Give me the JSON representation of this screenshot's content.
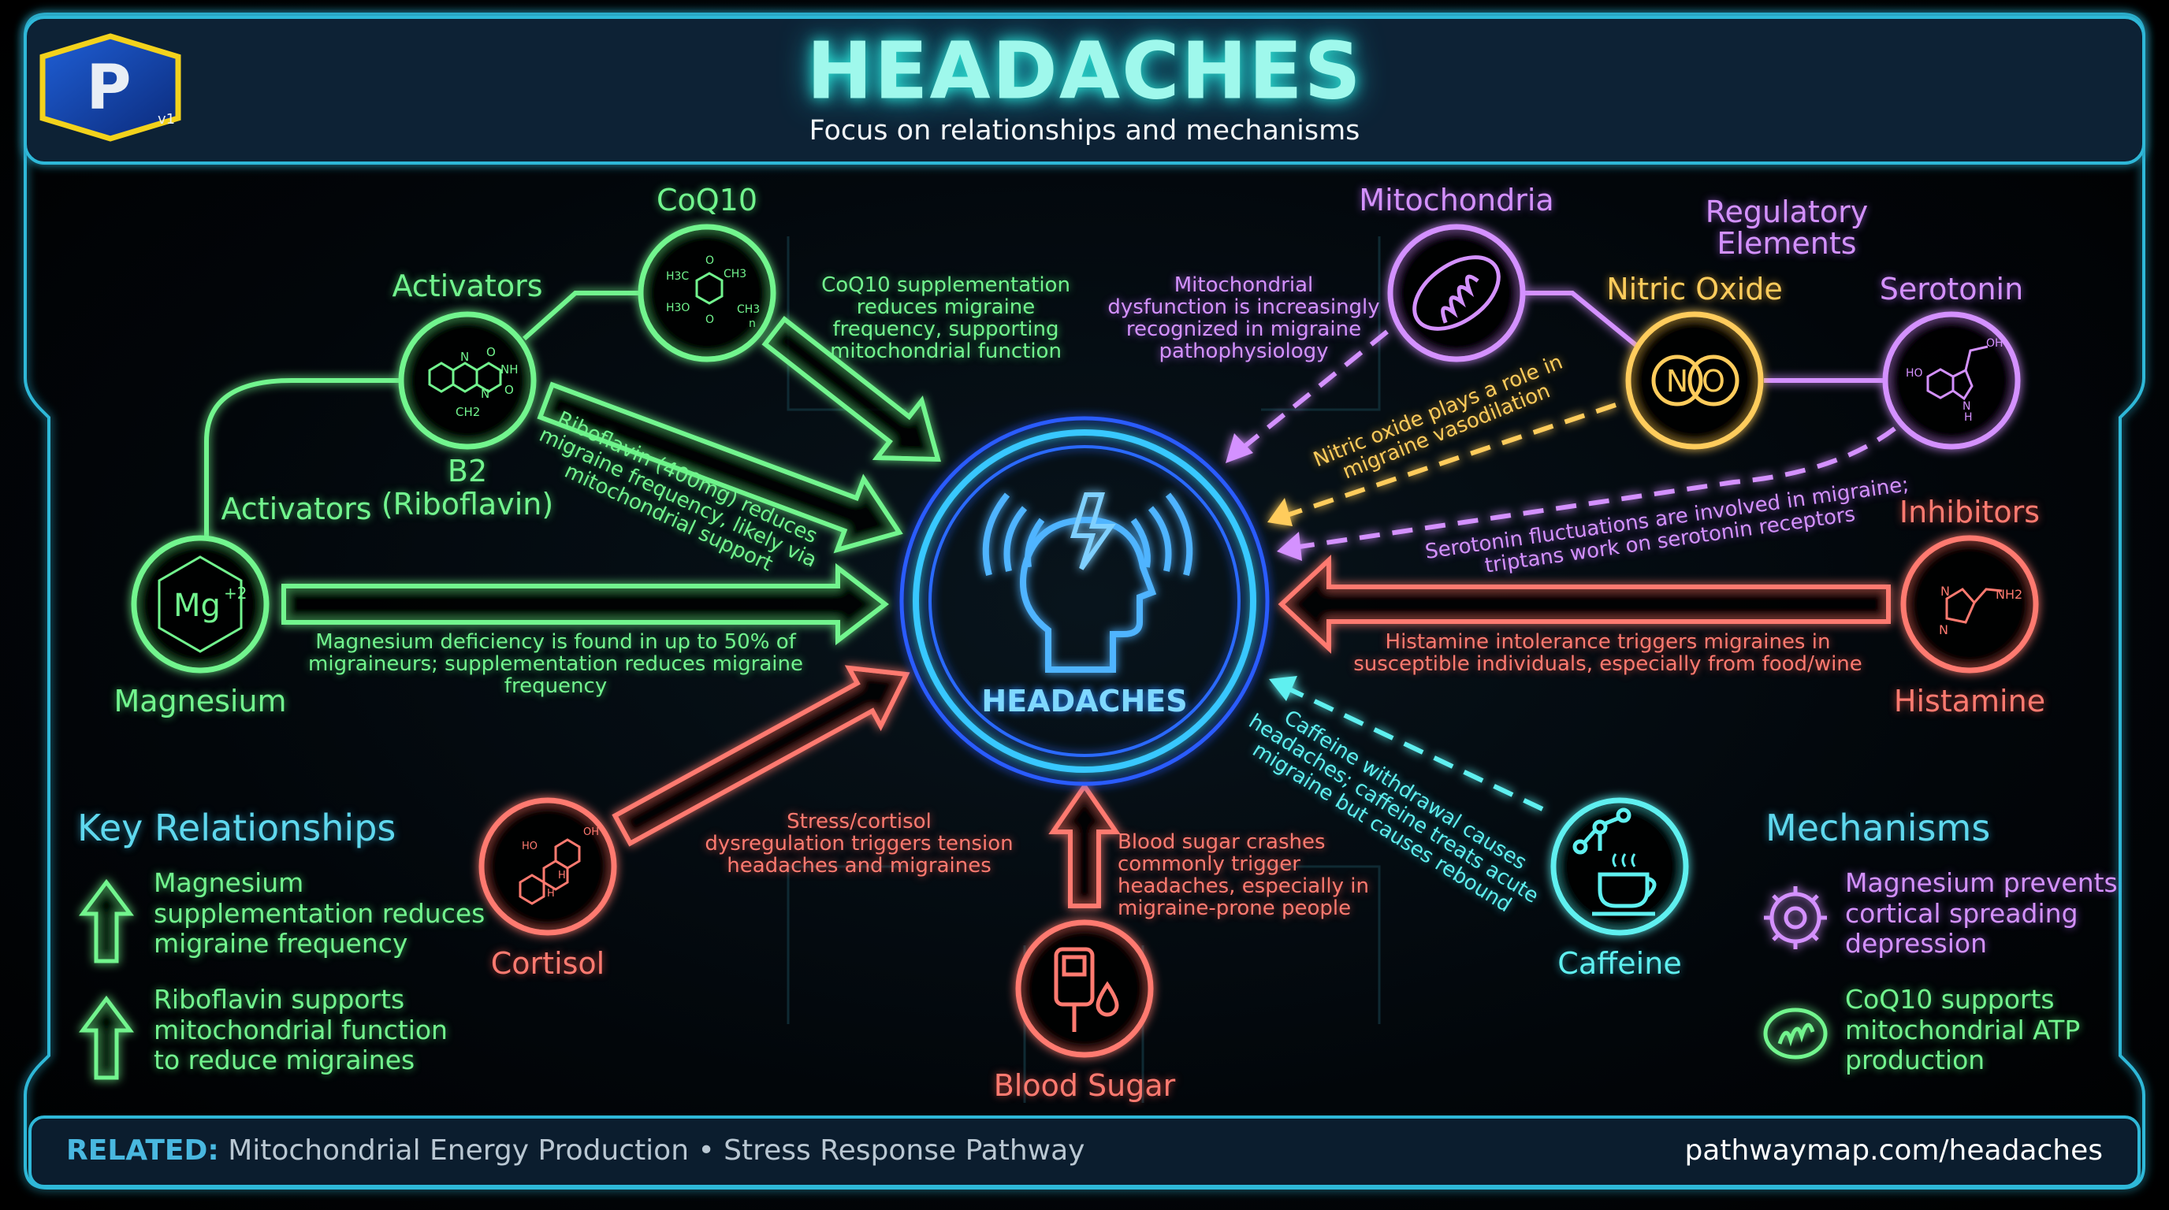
{
  "header": {
    "title": "HEADACHES",
    "subtitle": "Focus on relationships and mechanisms",
    "logo_letter": "P",
    "logo_version": "v1"
  },
  "center": {
    "label": "HEADACHES",
    "icon": "head-with-lightning-icon",
    "color": "#3b8bff"
  },
  "colors": {
    "activator": "#72f58e",
    "mitochondria": "#d491ff",
    "nitric_oxide": "#ffcc5c",
    "trigger": "#ff7a70",
    "caffeine": "#5ff0f0",
    "frame": "#2fb8d8"
  },
  "nodes": {
    "magnesium": {
      "label": "Magnesium",
      "group_label": "Activators",
      "symbol": "Mg",
      "charge": "+2"
    },
    "b2": {
      "label": "B2\n(Riboflavin)",
      "group_label": "Activators",
      "atoms": [
        "N",
        "NH",
        "O",
        "N",
        "O",
        "CH2"
      ]
    },
    "coq10": {
      "label": "CoQ10",
      "atoms": [
        "O",
        "H3C",
        "CH3",
        "H3O",
        "CH3",
        "O",
        "n"
      ]
    },
    "mitochondria": {
      "label": "Mitochondria",
      "icon": "mitochondrion-icon"
    },
    "regulatory": {
      "group_label": "Regulatory\nElements"
    },
    "nitric_oxide": {
      "label": "Nitric Oxide",
      "symbol_n": "N",
      "symbol_o": "O"
    },
    "serotonin": {
      "label": "Serotonin",
      "atoms": [
        "HO",
        "OH",
        "N",
        "H"
      ]
    },
    "histamine": {
      "label": "Histamine",
      "group_label": "Inhibitors",
      "atoms": [
        "N",
        "N",
        "NH2"
      ]
    },
    "caffeine": {
      "label": "Caffeine",
      "icon": "coffee-cup-molecule-icon"
    },
    "blood_sugar": {
      "label": "Blood Sugar",
      "icon": "glucose-meter-icon"
    },
    "cortisol": {
      "label": "Cortisol",
      "atoms": [
        "HO",
        "OH",
        "H",
        "H"
      ]
    }
  },
  "edges": {
    "coq10": "CoQ10 supplementation\nreduces migraine\nfrequency, supporting\nmitochondrial function",
    "b2": "Riboflavin (400mg) reduces\nmigraine frequency, likely via\nmitochondrial support",
    "magnesium": "Magnesium deficiency is found in up to 50% of\nmigraineurs; supplementation reduces migraine\nfrequency",
    "mitochondria": "Mitochondrial\ndysfunction is increasingly\nrecognized in migraine\npathophysiology",
    "nitric_oxide": "Nitric oxide plays a role in\nmigraine vasodilation",
    "serotonin": "Serotonin fluctuations are involved in migraine;\ntriptans work on serotonin receptors",
    "histamine": "Histamine intolerance triggers migraines in\nsusceptible individuals, especially from food/wine",
    "caffeine": "Caffeine withdrawal causes\nheadaches; caffeine treats acute\nmigraine but causes rebound",
    "blood_sugar": "Blood sugar crashes\ncommonly trigger\nheadaches, especially in\nmigraine-prone people",
    "cortisol": "Stress/cortisol\ndysregulation triggers tension\nheadaches and migraines"
  },
  "key_relationships": {
    "title": "Key Relationships",
    "items": [
      {
        "icon": "up-arrow-icon",
        "text": "Magnesium\nsupplementation reduces\nmigraine frequency"
      },
      {
        "icon": "up-arrow-icon",
        "text": "Riboflavin supports\nmitochondrial function\nto reduce migraines"
      }
    ]
  },
  "mechanisms": {
    "title": "Mechanisms",
    "items": [
      {
        "icon": "gear-icon",
        "text": "Magnesium prevents\ncortical spreading\ndepression"
      },
      {
        "icon": "mitochondrion-icon",
        "text": "CoQ10 supports\nmitochondrial ATP\nproduction"
      }
    ]
  },
  "footer": {
    "related_label": "RELATED:",
    "related_links": [
      "Mitochondrial Energy Production",
      "Stress Response Pathway"
    ],
    "separator": "•",
    "url": "pathwaymap.com/headaches"
  }
}
